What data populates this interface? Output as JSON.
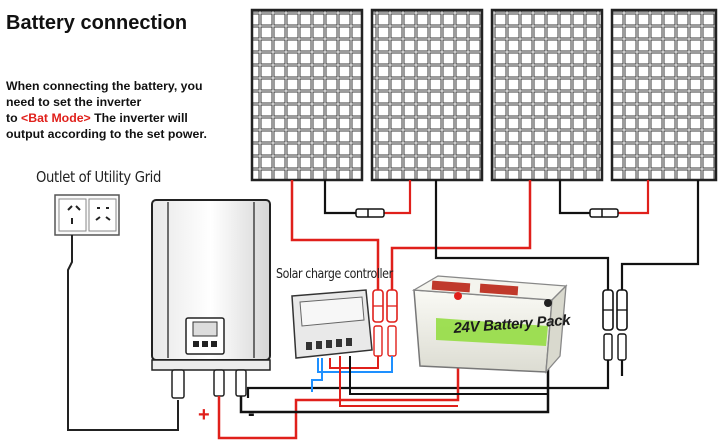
{
  "title": "Battery connection",
  "description": {
    "line1": "When connecting the battery, you",
    "line2": "need to set the inverter",
    "line3_prefix": "to ",
    "mode": "<Bat Mode>",
    "line3_suffix": " The inverter will",
    "line4": "output according to the set power."
  },
  "labels": {
    "outlet": "Outlet of Utility Grid",
    "controller": "Solar charge controller",
    "battery": "24V Battery Pack",
    "positive": "+",
    "negative": "-"
  },
  "colors": {
    "positive_wire": "#e0201b",
    "negative_wire": "#111111",
    "controller_wire": "#1e90ff",
    "mode_text": "#e0201b",
    "battery_body": "#f2f2ec",
    "battery_label": "#7ed321"
  },
  "icons": {
    "panel": "solar-panel-icon",
    "inverter": "grid-tie-inverter-icon",
    "outlet": "wall-socket-icon",
    "controller": "charge-controller-icon",
    "battery": "battery-icon",
    "connector": "mc4-connector-icon"
  }
}
